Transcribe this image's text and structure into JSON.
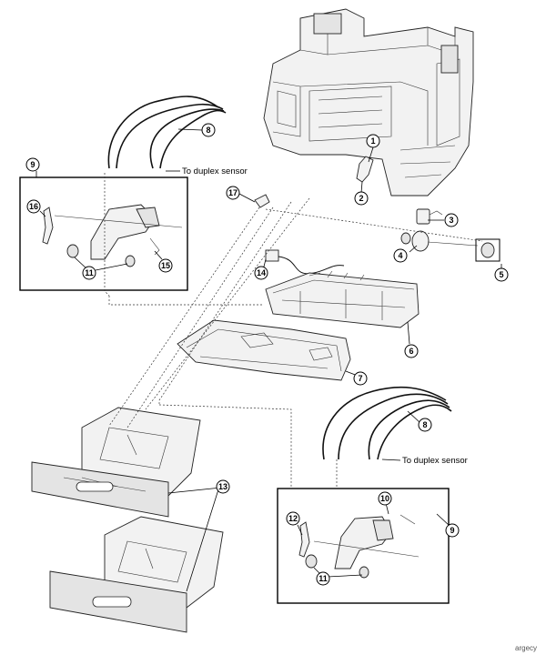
{
  "callouts": [
    {
      "id": "c1",
      "label": "1"
    },
    {
      "id": "c2",
      "label": "2"
    },
    {
      "id": "c3",
      "label": "3"
    },
    {
      "id": "c4",
      "label": "4"
    },
    {
      "id": "c5",
      "label": "5"
    },
    {
      "id": "c6",
      "label": "6"
    },
    {
      "id": "c7",
      "label": "7"
    },
    {
      "id": "c8a",
      "label": "8"
    },
    {
      "id": "c8b",
      "label": "8"
    },
    {
      "id": "c9a",
      "label": "9"
    },
    {
      "id": "c9b",
      "label": "9"
    },
    {
      "id": "c10",
      "label": "10"
    },
    {
      "id": "c11a",
      "label": "11"
    },
    {
      "id": "c11b",
      "label": "11"
    },
    {
      "id": "c12",
      "label": "12"
    },
    {
      "id": "c13",
      "label": "13"
    },
    {
      "id": "c14",
      "label": "14"
    },
    {
      "id": "c15",
      "label": "15"
    },
    {
      "id": "c16",
      "label": "16"
    },
    {
      "id": "c17",
      "label": "17"
    }
  ],
  "notes": {
    "duplex_top": "To duplex sensor",
    "duplex_bottom": "To duplex sensor"
  },
  "watermark": "argecy"
}
